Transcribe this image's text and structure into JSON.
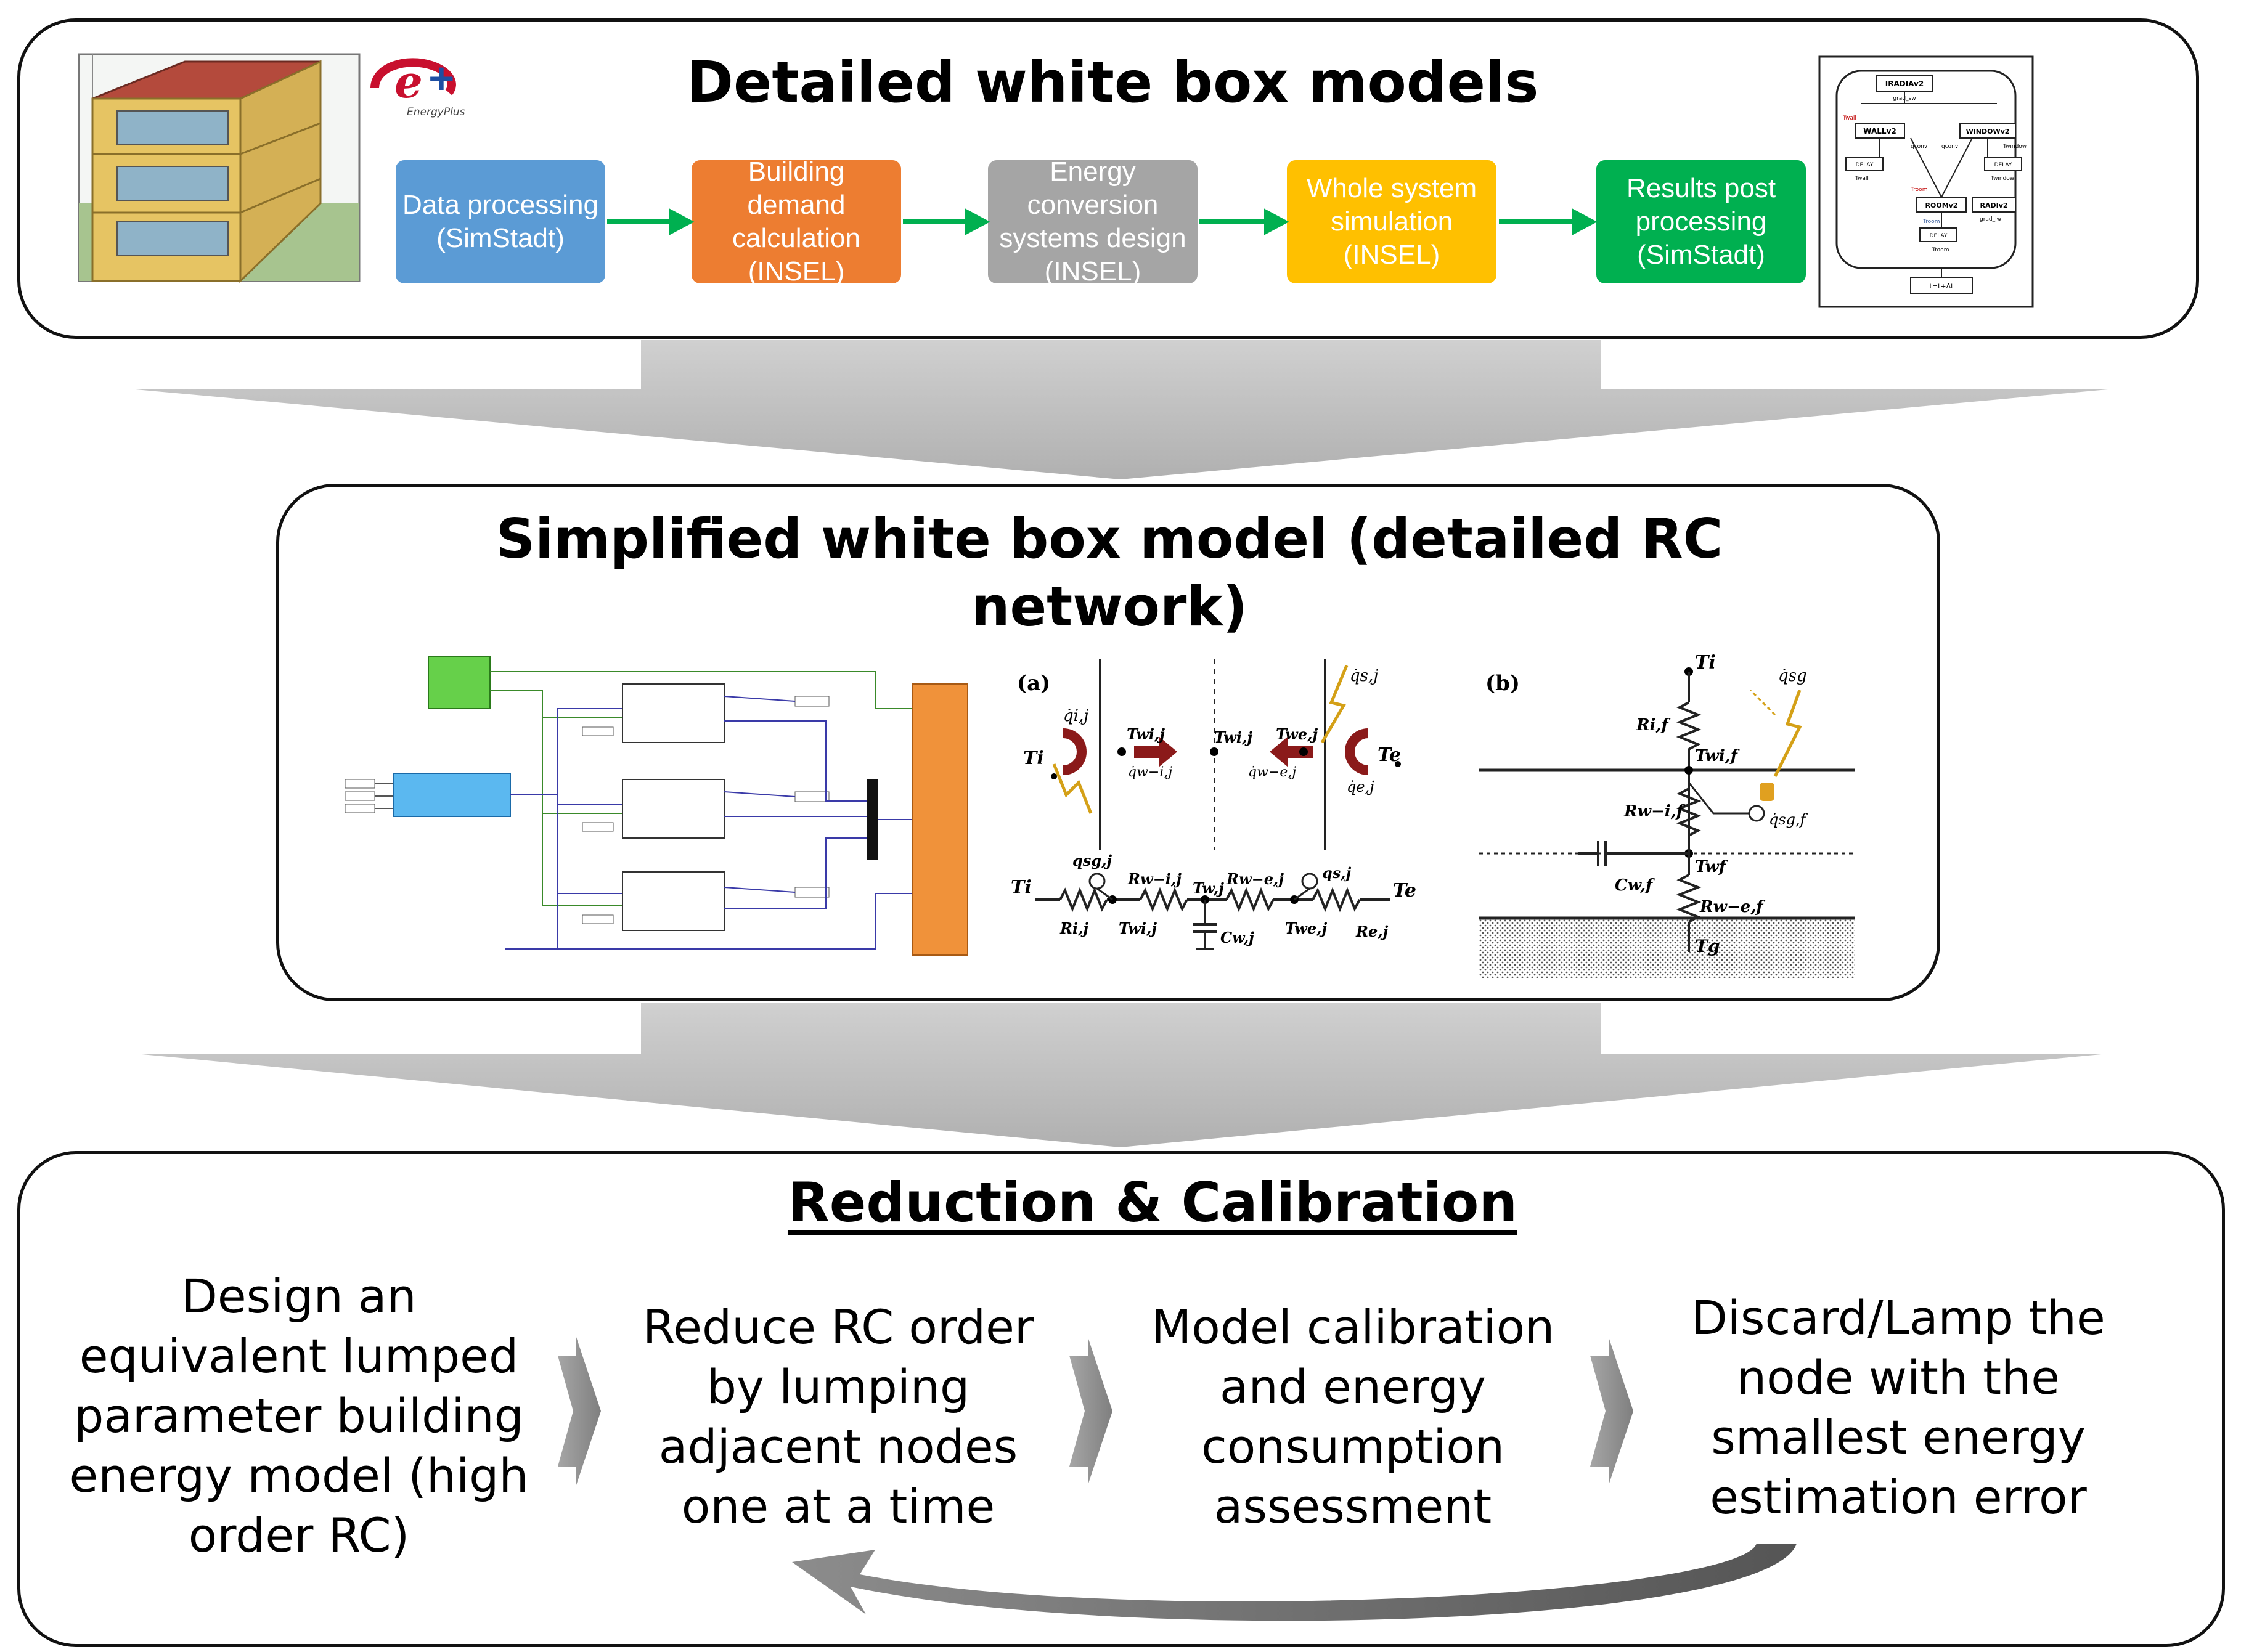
{
  "panel_detailed": {
    "title": "Detailed white box models",
    "logo_text": "EnergyPlus",
    "stages": [
      {
        "label": "Data processing (SimStadt)",
        "color": "#5b9bd5"
      },
      {
        "label": "Building demand calculation (INSEL)",
        "color": "#ed7d31"
      },
      {
        "label": "Energy conversion systems design (INSEL)",
        "color": "#a5a5a5"
      },
      {
        "label": "Whole system simulation (INSEL)",
        "color": "#ffc000"
      },
      {
        "label": "Results post processing (SimStadt)",
        "color": "#00b050"
      }
    ],
    "block_diagram": {
      "blocks": [
        "IRADIAv2",
        "WALLv2",
        "WINDOWv2",
        "DELAY",
        "DELAY",
        "ROOMv2",
        "RADIv2",
        "DELAY",
        "t=t+Δt"
      ],
      "signals": [
        "grad_sw",
        "Twall",
        "qconv",
        "qconv",
        "Twindow",
        "Twall",
        "Twindow",
        "Troom",
        "grad_lw",
        "Troom",
        "Troom"
      ]
    }
  },
  "panel_simplified": {
    "title": "Simplified white box model (detailed RC network)",
    "circuit_a": {
      "tag": "(a)",
      "labels": [
        "q̇i,j",
        "Ti",
        "Twi,j",
        "Twi,j",
        "Twe,j",
        "q̇s,j",
        "Te",
        "q̇w−i,j",
        "q̇w−e,j",
        "q̇e,j",
        "qsg,j",
        "Ti",
        "Rw−i,j",
        "Tw,j",
        "Rw−e,j",
        "qs,j",
        "Te",
        "Ri,j",
        "Twi,j",
        "Cw,j",
        "Twe,j",
        "Re,j"
      ]
    },
    "circuit_b": {
      "tag": "(b)",
      "labels": [
        "Ti",
        "q̇sg",
        "Ri,f",
        "Twi,f",
        "Rw−i,f",
        "q̇sg,f",
        "Cw,f",
        "Twf",
        "Rw−e,f",
        "Tg"
      ]
    }
  },
  "panel_reduction": {
    "title": "Reduction & Calibration",
    "steps": [
      "Design an equivalent lumped parameter building energy model (high order RC)",
      "Reduce RC order by lumping adjacent nodes one at a time",
      "Model calibration and energy consumption assessment",
      "Discard/Lamp the node with the smallest energy estimation error"
    ]
  },
  "colors": {
    "flow_arrow": "#bfbfbf",
    "stage_arrow": "#00b050",
    "step_arrow": "#808080",
    "building_wall": "#e6c463",
    "building_roof": "#b44a3c",
    "ground": "#9fbf8a"
  }
}
